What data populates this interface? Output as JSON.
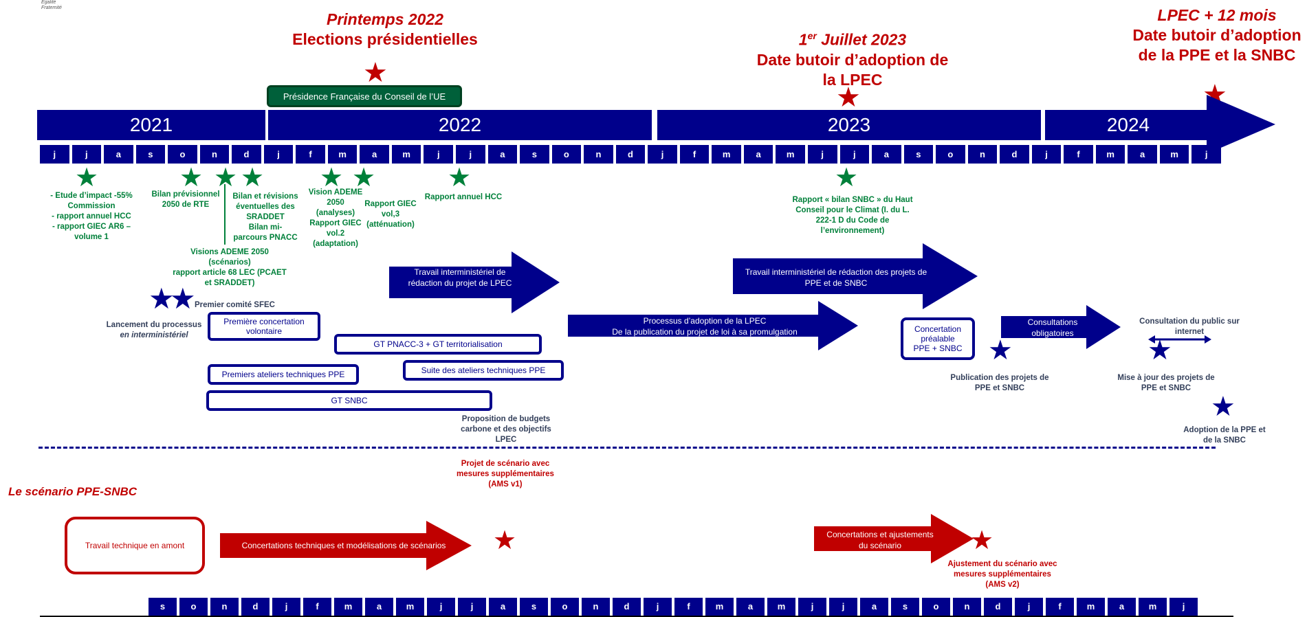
{
  "header_logo": {
    "line1": "Égalité",
    "line2": "Fraternité"
  },
  "milestones": {
    "printemps": {
      "line1": "Printemps 2022",
      "line2": "Elections présidentielles"
    },
    "juillet": {
      "line1_sup": "1",
      "line1_sup2": "er",
      "line1_rest": " Juillet 2023",
      "line2": "Date butoir d’adoption de",
      "line3": "la LPEC"
    },
    "lpec12": {
      "line1": "LPEC + 12 mois",
      "line2": "Date butoir d’adoption",
      "line3": "de la PPE et la SNBC"
    }
  },
  "presidence_label": "Présidence Française du Conseil de l’UE",
  "years": [
    "2021",
    "2022",
    "2023",
    "2024"
  ],
  "months_top": [
    "j",
    "j",
    "a",
    "s",
    "o",
    "n",
    "d",
    "j",
    "f",
    "m",
    "a",
    "m",
    "j",
    "j",
    "a",
    "s",
    "o",
    "n",
    "d",
    "j",
    "f",
    "m",
    "a",
    "m",
    "j",
    "j",
    "a",
    "s",
    "o",
    "n",
    "d",
    "j",
    "f",
    "m",
    "a",
    "m",
    "j"
  ],
  "months_bottom": [
    "s",
    "o",
    "n",
    "d",
    "j",
    "f",
    "m",
    "a",
    "m",
    "j",
    "j",
    "a",
    "s",
    "o",
    "n",
    "d",
    "j",
    "f",
    "m",
    "a",
    "m",
    "j",
    "j",
    "a",
    "s",
    "o",
    "n",
    "d",
    "j",
    "f",
    "m",
    "a",
    "m",
    "j"
  ],
  "green_notes": {
    "etude": [
      "- Etude d’impact -55%",
      "Commission",
      "- rapport annuel HCC",
      "- rapport GIEC AR6 –",
      "volume 1"
    ],
    "bilan_prev": [
      "Bilan prévisionnel",
      "2050 de RTE"
    ],
    "bilan_rev": [
      "Bilan et révisions",
      "éventuelles des",
      "SRADDET",
      "Bilan mi-",
      "parcours PNACC"
    ],
    "visions_ademe": [
      "Visions ADEME 2050",
      "(scénarios)",
      "rapport article 68 LEC (PCAET",
      "et SRADDET)"
    ],
    "vision_ademe_analyses": [
      "Vision ADEME",
      "2050",
      "(analyses)",
      "Rapport GIEC",
      "vol.2",
      "(adaptation)"
    ],
    "rapport_giec3": [
      "Rapport GIEC",
      "vol,3",
      "(atténuation)"
    ],
    "rapport_hcc": [
      "Rapport annuel HCC"
    ],
    "rapport_bilan": [
      "Rapport  « bilan SNBC » du Haut",
      "Conseil pour le Climat (I. du L.",
      "222-1 D du Code de",
      "l’environnement)"
    ]
  },
  "blue_notes": {
    "premier_comite": "Premier comité SFEC",
    "lancement": [
      "Lancement du processus",
      "en interministériel"
    ],
    "propositions": [
      "Proposition de budgets",
      "carbone et des objectifs",
      "LPEC"
    ],
    "publication": [
      "Publication des projets de",
      "PPE et SNBC"
    ],
    "mise_a_jour": [
      "Mise à jour des projets de",
      "PPE et SNBC"
    ],
    "adoption": [
      "Adoption de la PPE et",
      "de la SNBC"
    ],
    "consultation_public": [
      "Consultation du public sur",
      "internet"
    ]
  },
  "arrows": {
    "travail_lpec": [
      "Travail interministériel de",
      "rédaction du projet de LPEC"
    ],
    "travail_ppe": [
      "Travail interministériel de rédaction des projets de",
      "PPE et de SNBC"
    ],
    "processus": [
      "Processus d’adoption de la LPEC",
      "De la publication du projet de loi à sa promulgation"
    ],
    "consultations": [
      "Consultations",
      "obligatoires"
    ],
    "concertations_tech": "Concertations techniques et modélisations de scénarios",
    "concertations_ajust": [
      "Concertations et ajustements",
      "du scénario"
    ]
  },
  "boxes": {
    "premiere_concertation": [
      "Première concertation",
      "volontaire"
    ],
    "gt_pnacc": "GT PNACC-3 + GT territorialisation",
    "premiers_ateliers": "Premiers ateliers techniques PPE",
    "suite_ateliers": "Suite des ateliers techniques PPE",
    "gt_snbc": "GT SNBC",
    "concertation_prealable": [
      "Concertation",
      "préalable",
      "PPE + SNBC"
    ],
    "travail_amont": "Travail technique en amont"
  },
  "scenario_title": "Le scénario PPE-SNBC",
  "red_notes": {
    "projet_scenario": [
      "Projet de scénario avec",
      "mesures supplémentaires",
      "(AMS v1)"
    ],
    "ajustement": [
      "Ajustement du scénario avec",
      "mesures supplémentaires",
      "(AMS v2)"
    ]
  },
  "colors": {
    "navy": "#00008b",
    "red": "#c00000",
    "green": "#00803a",
    "teal": "#00603a"
  }
}
